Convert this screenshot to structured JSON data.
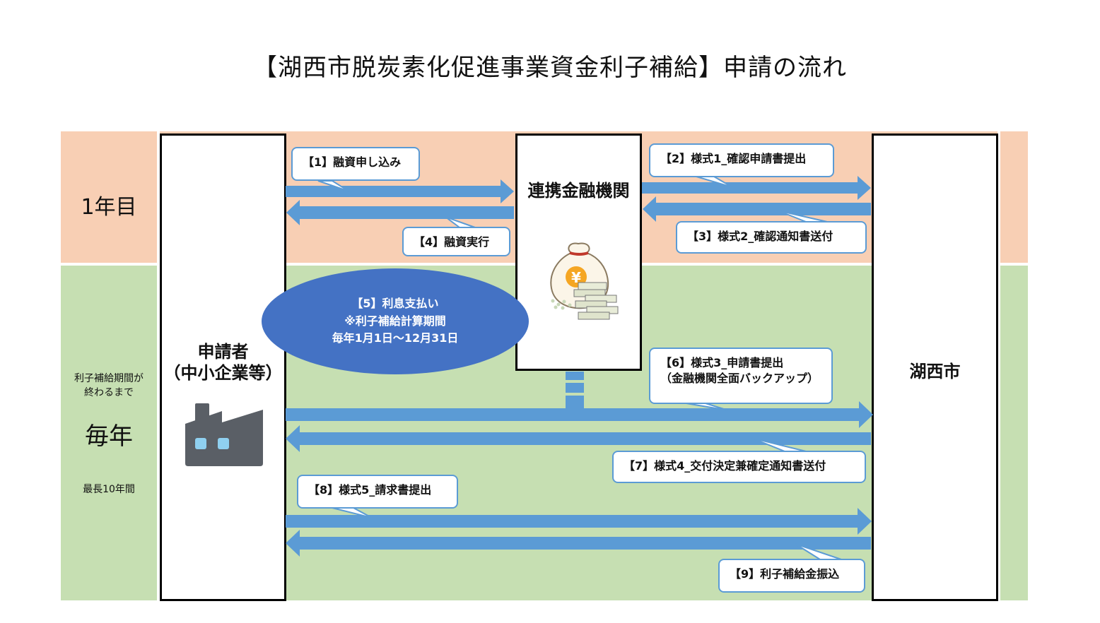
{
  "title": "【湖西市脱炭素化促進事業資金利子補給】申請の流れ",
  "rows": {
    "year1": "1年目",
    "yearly_note1": "利子補給期間が",
    "yearly_note2": "終わるまで",
    "yearly": "毎年",
    "yearly_max": "最長10年間"
  },
  "columns": {
    "applicant_line1": "申請者",
    "applicant_line2": "（中小企業等）",
    "bank": "連携金融機関",
    "city": "湖西市"
  },
  "steps": {
    "s1": "【1】融資申し込み",
    "s2": "【2】様式1_確認申請書提出",
    "s3": "【3】様式2_確認通知書送付",
    "s4": "【4】融資実行",
    "s5_line1": "【5】利息支払い",
    "s5_line2": "※利子補給計算期間",
    "s5_line3": "毎年1月1日～12月31日",
    "s6_line1": "【6】様式3_申請書提出",
    "s6_line2": "（金融機関全面バックアップ）",
    "s7": "【7】様式4_交付決定兼確定通知書送付",
    "s8": "【8】様式5_請求書提出",
    "s9": "【9】利子補給金振込"
  },
  "colors": {
    "peach": "#f8cfb4",
    "green": "#c6dfb2",
    "arrow": "#5b9bd5",
    "ellipse": "#4472c4",
    "factory": "#5a5f66"
  },
  "icons": [
    "factory-icon",
    "money-bag-icon",
    "yen-bills-icon"
  ]
}
